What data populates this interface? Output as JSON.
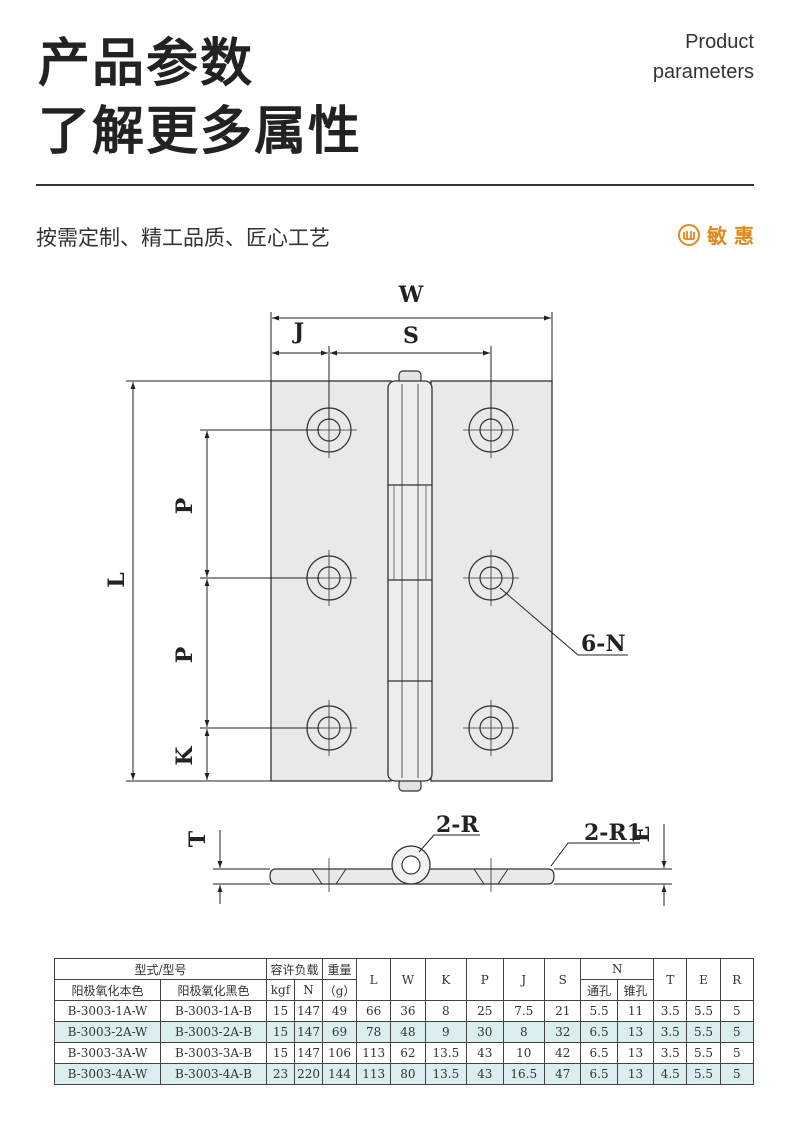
{
  "header": {
    "title_line1": "产品参数",
    "title_line2": "了解更多属性",
    "en_line1": "Product",
    "en_line2": "parameters"
  },
  "subheader": {
    "slogan": "按需定制、精工品质、匠心工艺",
    "brand": "敏 惠",
    "brand_icon": "brand-logo-icon",
    "brand_color": "#e08a1e"
  },
  "drawing": {
    "labels": {
      "W": "W",
      "J": "J",
      "S": "S",
      "L": "L",
      "P1": "P",
      "P2": "P",
      "K": "K",
      "N": "6-N",
      "T": "T",
      "R": "2-R",
      "R1": "2-R1",
      "E": "E"
    }
  },
  "table": {
    "headers": {
      "model": "型式/型号",
      "load": "容许负载",
      "weight": "重量",
      "L": "L",
      "W": "W",
      "K": "K",
      "P": "P",
      "J": "J",
      "S": "S",
      "N": "N",
      "T": "T",
      "E": "E",
      "R": "R",
      "natural": "阳极氧化本色",
      "black": "阳极氧化黑色",
      "kgf": "kgf",
      "newton": "N",
      "gram": "（g）",
      "through": "通孔",
      "cone": "锥孔"
    },
    "rows": [
      [
        "B-3003-1A-W",
        "B-3003-1A-B",
        "15",
        "147",
        "49",
        "66",
        "36",
        "8",
        "25",
        "7.5",
        "21",
        "5.5",
        "11",
        "3.5",
        "5.5",
        "5"
      ],
      [
        "B-3003-2A-W",
        "B-3003-2A-B",
        "15",
        "147",
        "69",
        "78",
        "48",
        "9",
        "30",
        "8",
        "32",
        "6.5",
        "13",
        "3.5",
        "5.5",
        "5"
      ],
      [
        "B-3003-3A-W",
        "B-3003-3A-B",
        "15",
        "147",
        "106",
        "113",
        "62",
        "13.5",
        "43",
        "10",
        "42",
        "6.5",
        "13",
        "3.5",
        "5.5",
        "5"
      ],
      [
        "B-3003-4A-W",
        "B-3003-4A-B",
        "23",
        "220",
        "144",
        "113",
        "80",
        "13.5",
        "43",
        "16.5",
        "47",
        "6.5",
        "13",
        "4.5",
        "5.5",
        "5"
      ]
    ],
    "highlight_color": "#daeef0"
  }
}
